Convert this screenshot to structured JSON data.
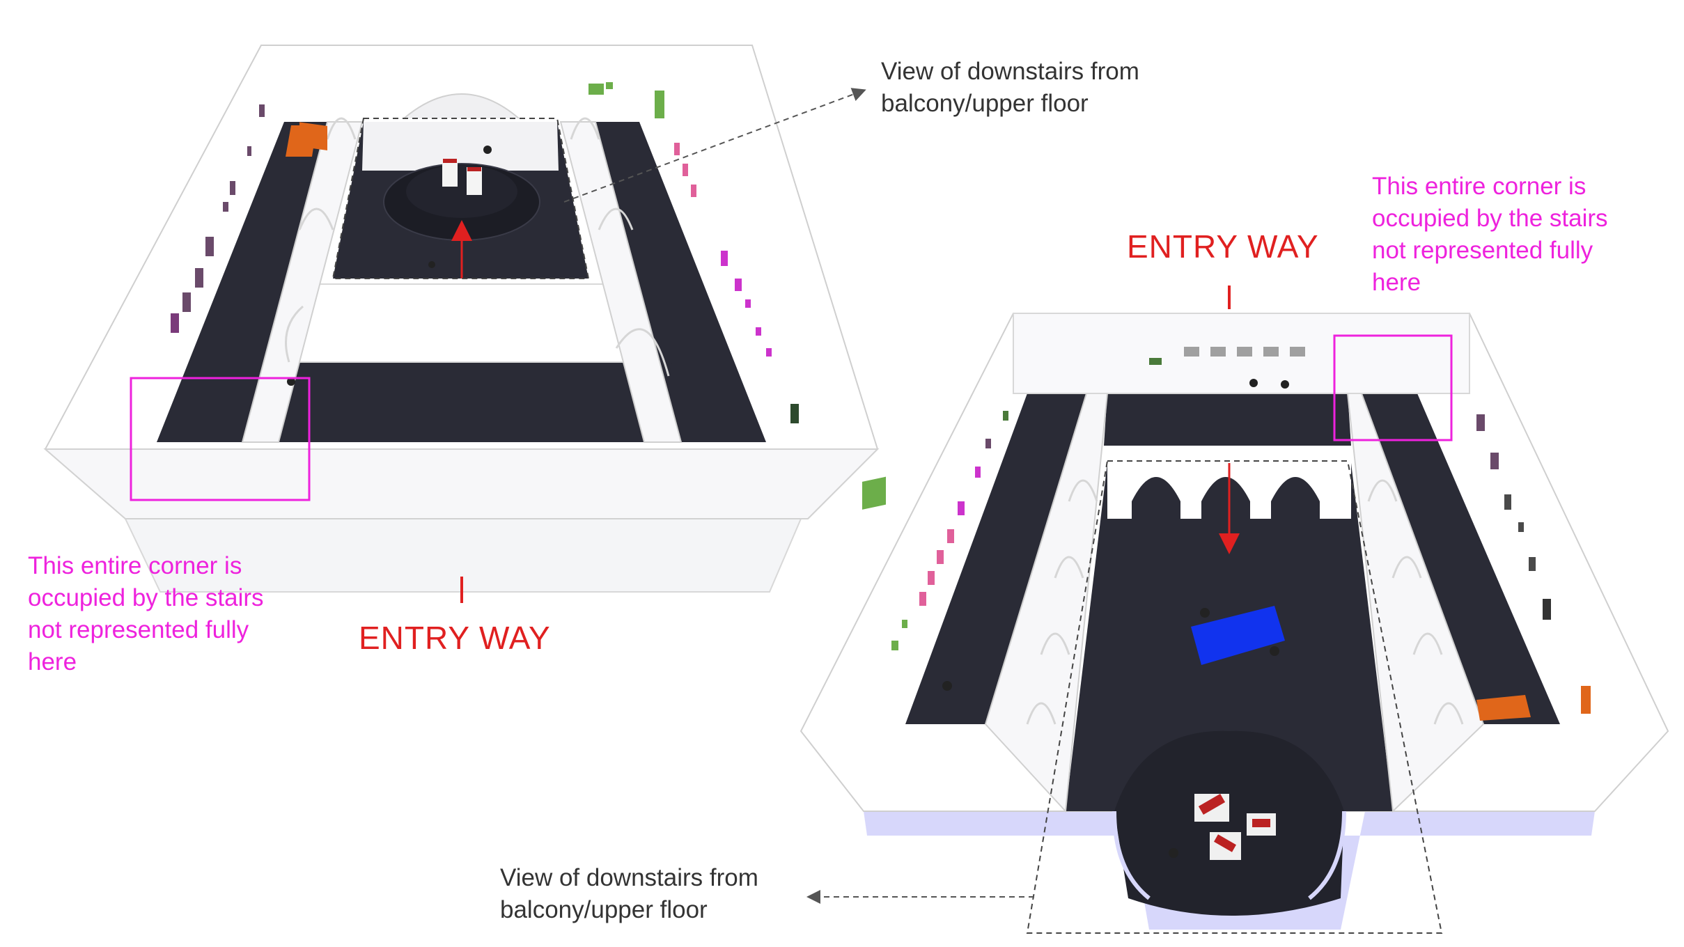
{
  "colors": {
    "annotation_text": "#333333",
    "callout_magenta": "#ee22dd",
    "entry_red": "#e02020",
    "floor_dark": "#2a2b36",
    "wall_white": "#ffffff",
    "wall_shade": "#eef0f3",
    "base_lavender": "#d7d7fb",
    "bench_blue": "#1133ee",
    "bench_orange": "#e0661a"
  },
  "labels": {
    "upper_view_note": "View of downstairs from\nbalcony/upper floor",
    "lower_view_note": "View of downstairs from\nbalcony/upper floor",
    "left_stairs_note": "This entire corner is\noccupied by the stairs\nnot represented fully\nhere",
    "right_stairs_note": "This entire corner is\noccupied by the stairs\nnot represented fully\nhere",
    "left_entry": "ENTRY WAY",
    "right_entry": "ENTRY WAY"
  },
  "icons": {
    "arrow": "dashed-arrow-icon",
    "figure": "visitor-figure-icon"
  }
}
